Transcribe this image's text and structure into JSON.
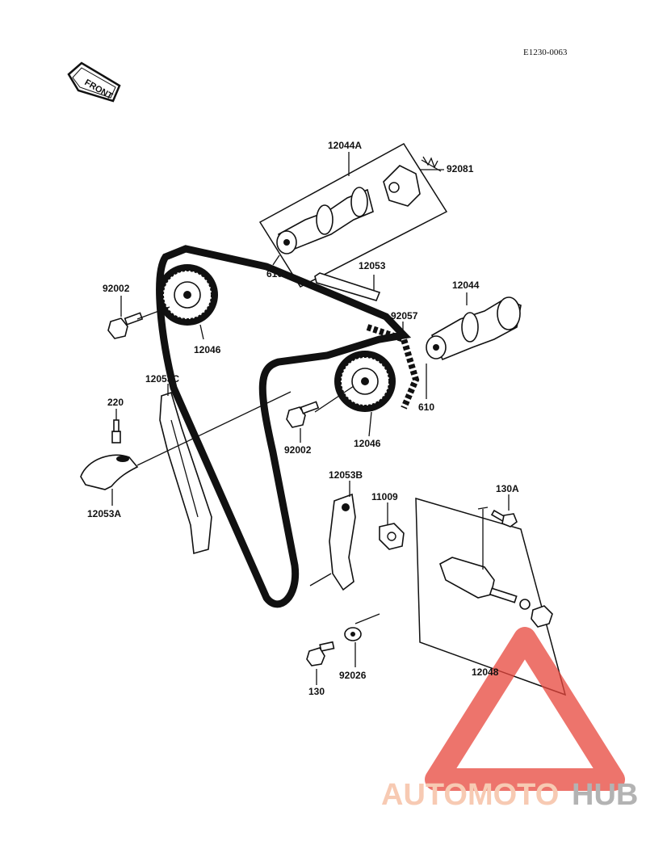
{
  "diagram": {
    "drawing_code": "E1230-0063",
    "front_label": "FRONT",
    "parts": [
      {
        "id": "12044A",
        "label": "12044A"
      },
      {
        "id": "92081",
        "label": "92081"
      },
      {
        "id": "610a",
        "label": "610"
      },
      {
        "id": "12053",
        "label": "12053"
      },
      {
        "id": "12044",
        "label": "12044"
      },
      {
        "id": "92002a",
        "label": "92002"
      },
      {
        "id": "92057",
        "label": "92057"
      },
      {
        "id": "12046a",
        "label": "12046"
      },
      {
        "id": "12053C",
        "label": "12053C"
      },
      {
        "id": "610b",
        "label": "610"
      },
      {
        "id": "220",
        "label": "220"
      },
      {
        "id": "92002b",
        "label": "92002"
      },
      {
        "id": "12046b",
        "label": "12046"
      },
      {
        "id": "12053A",
        "label": "12053A"
      },
      {
        "id": "12053B",
        "label": "12053B"
      },
      {
        "id": "11009",
        "label": "11009"
      },
      {
        "id": "130A",
        "label": "130A"
      },
      {
        "id": "12048",
        "label": "12048"
      },
      {
        "id": "130",
        "label": "130"
      },
      {
        "id": "92026",
        "label": "92026"
      }
    ]
  },
  "watermark": {
    "part1": "AUTOMOTO",
    "part2": "HUB",
    "colors": {
      "triangle": "#e8463c",
      "auto": "#f5b99a",
      "hub": "#9a9a9a"
    }
  }
}
